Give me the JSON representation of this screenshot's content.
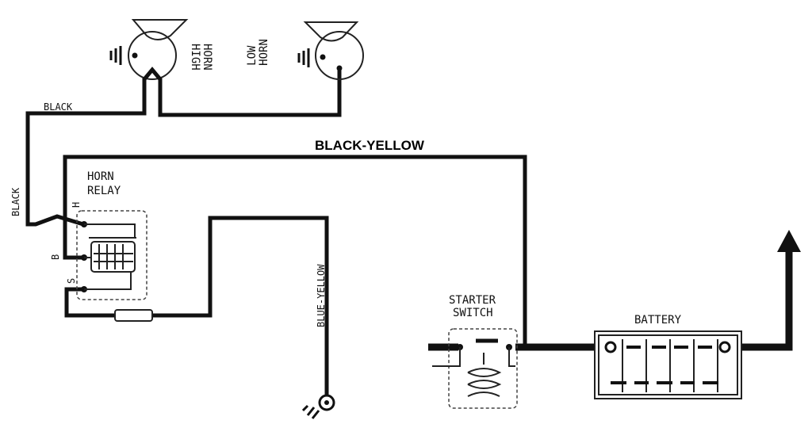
{
  "labels": {
    "high_horn_line1": "HIGH",
    "high_horn_line2": "HORN",
    "low_horn_line1": "LOW",
    "low_horn_line2": "HORN",
    "black_top": "BLACK",
    "black_left": "BLACK",
    "black_yellow": "BLACK-YELLOW",
    "horn_relay_line1": "HORN",
    "horn_relay_line2": "RELAY",
    "terminal_h": "H",
    "terminal_b": "B",
    "terminal_s": "S",
    "blue_yellow": "BLUE-YELLOW",
    "starter_switch_line1": "STARTER",
    "starter_switch_line2": "SWITCH",
    "battery": "BATTERY"
  }
}
